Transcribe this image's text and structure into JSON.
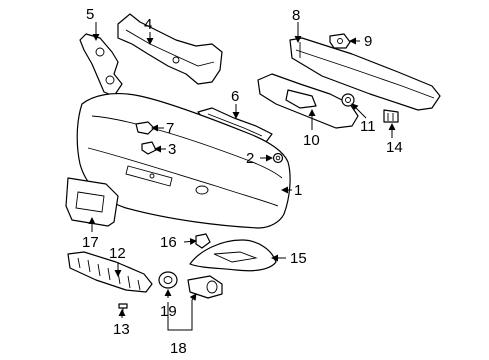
{
  "diagram": {
    "labels": {
      "c1": "1",
      "c2": "2",
      "c3": "3",
      "c4": "4",
      "c5": "5",
      "c6": "6",
      "c7": "7",
      "c8": "8",
      "c9": "9",
      "c10": "10",
      "c11": "11",
      "c12": "12",
      "c13": "13",
      "c14": "14",
      "c15": "15",
      "c16": "16",
      "c17": "17",
      "c18": "18",
      "c19": "19"
    }
  }
}
